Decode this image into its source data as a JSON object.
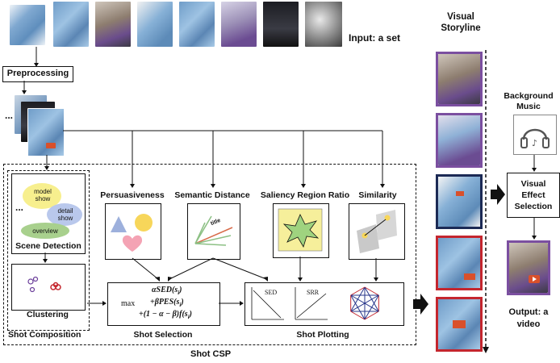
{
  "input_label": "Input: a set",
  "preprocessing": "Preprocessing",
  "ellipsis": "...",
  "steps": {
    "persuasiveness": "Persuasiveness",
    "semantic_distance": "Semantic Distance",
    "saliency_region_ratio": "Saliency Region Ratio",
    "similarity": "Similarity"
  },
  "semantic_arrow_label": "title",
  "scene": {
    "ellipsis": "...",
    "model_show": "model show",
    "detail_show": "detail show",
    "overview": "overview",
    "title": "Scene Detection"
  },
  "clustering": "Clustering",
  "shot_composition": "Shot Composition",
  "shot_selection": "Shot Selection",
  "shot_plotting": "Shot Plotting",
  "shot_csp": "Shot CSP",
  "formula": {
    "max": "max",
    "line1": "αSED(s",
    "line1_sub": "i",
    "line1_end": ")",
    "line2": "+βPES(s",
    "line2_sub": "i",
    "line2_end": ")",
    "line3": "+(1 − α − β)f(s",
    "line3_sub": "i",
    "line3_end": ")"
  },
  "plot_labels": {
    "sed": "SED",
    "srr": "SRR"
  },
  "visual_storyline": "Visual Storyline",
  "background_music": "Background Music",
  "visual_effect_selection": "Visual Effect Selection",
  "output": "Output: a video",
  "colors": {
    "purple_frame": "#7b4fa0",
    "navy_frame": "#1c2a55",
    "red_frame": "#c4262e",
    "triangle": "#9db0dc",
    "circle": "#f7d65a",
    "heart": "#f4a3b4",
    "cloud": "#f5ef9a",
    "ellipse_green": "#a8d08d",
    "ellipse_blue": "#b9c8ec",
    "saliency_bg": "#f6ef9b",
    "saliency_star": "#9fd37f"
  }
}
